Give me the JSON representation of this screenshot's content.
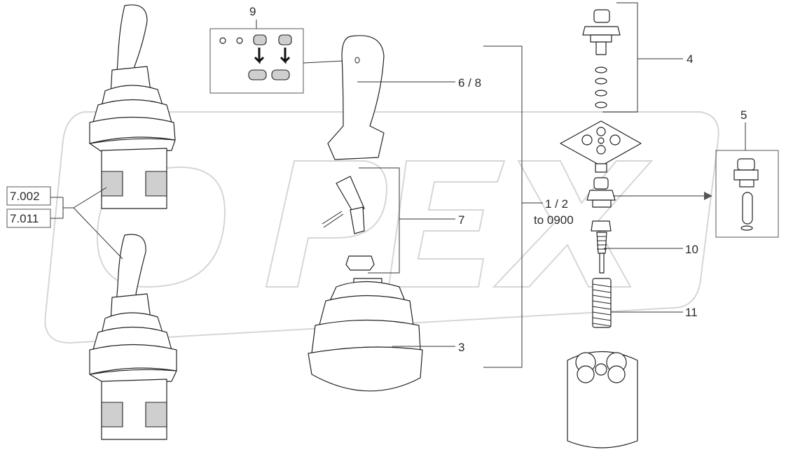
{
  "labels": {
    "part_9": "9",
    "part_4": "4",
    "part_5": "5",
    "part_6_8": "6 / 8",
    "part_7": "7",
    "part_1_2": "1 / 2",
    "to_0900": "to 0900",
    "part_10": "10",
    "part_11": "11",
    "part_3": "3",
    "ref_7002": "7.002",
    "ref_7011": "7.011"
  },
  "watermark": {
    "text": "OPEX",
    "color": "#d6d6d6"
  },
  "colors": {
    "line": "#222222",
    "shade": "#cfcfcf",
    "label": "#2a2a2a"
  }
}
